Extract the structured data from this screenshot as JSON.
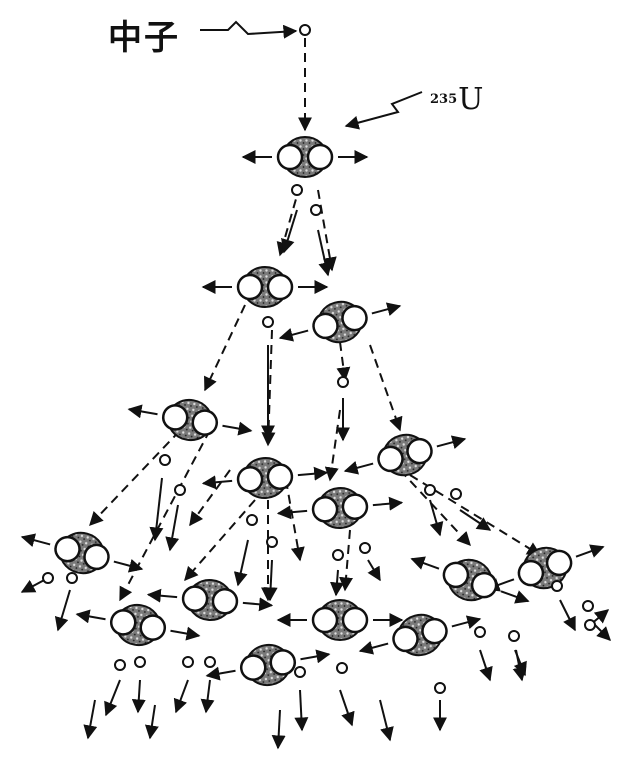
{
  "labels": {
    "neutron": "中子",
    "uranium_mass_number": "235",
    "uranium_symbol": "U"
  },
  "colors": {
    "ink": "#111111",
    "paper": "#ffffff",
    "nucleus_fill": "#8a8a8a"
  }
}
